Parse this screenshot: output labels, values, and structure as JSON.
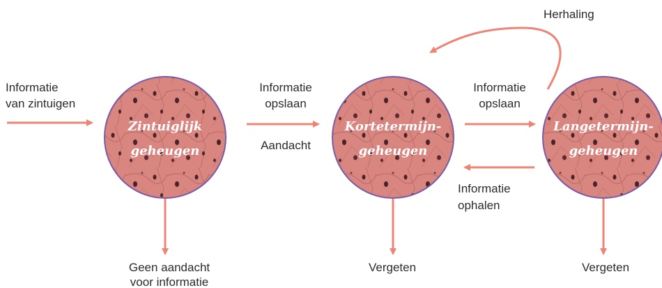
{
  "colors": {
    "arrow": "#ee8476",
    "circle_fill": "#d98580",
    "circle_border": "#7b5aa6",
    "text": "#2b2b2b"
  },
  "nodes": {
    "sensory": {
      "line1": "Zintuiglijk",
      "line2": "geheugen"
    },
    "short_term": {
      "line1": "Kortetermijn-",
      "line2": "geheugen"
    },
    "long_term": {
      "line1": "Langetermijn-",
      "line2": "geheugen"
    }
  },
  "labels": {
    "input_line1": "Informatie",
    "input_line2": "van zintuigen",
    "store1_line1": "Informatie",
    "store1_line2": "opslaan",
    "attention": "Aandacht",
    "store2_line1": "Informatie",
    "store2_line2": "opslaan",
    "repetition": "Herhaling",
    "retrieve_line1": "Informatie",
    "retrieve_line2": "ophalen",
    "no_attention_line1": "Geen aandacht",
    "no_attention_line2": "voor informatie",
    "forget_short": "Vergeten",
    "forget_long": "Vergeten"
  }
}
